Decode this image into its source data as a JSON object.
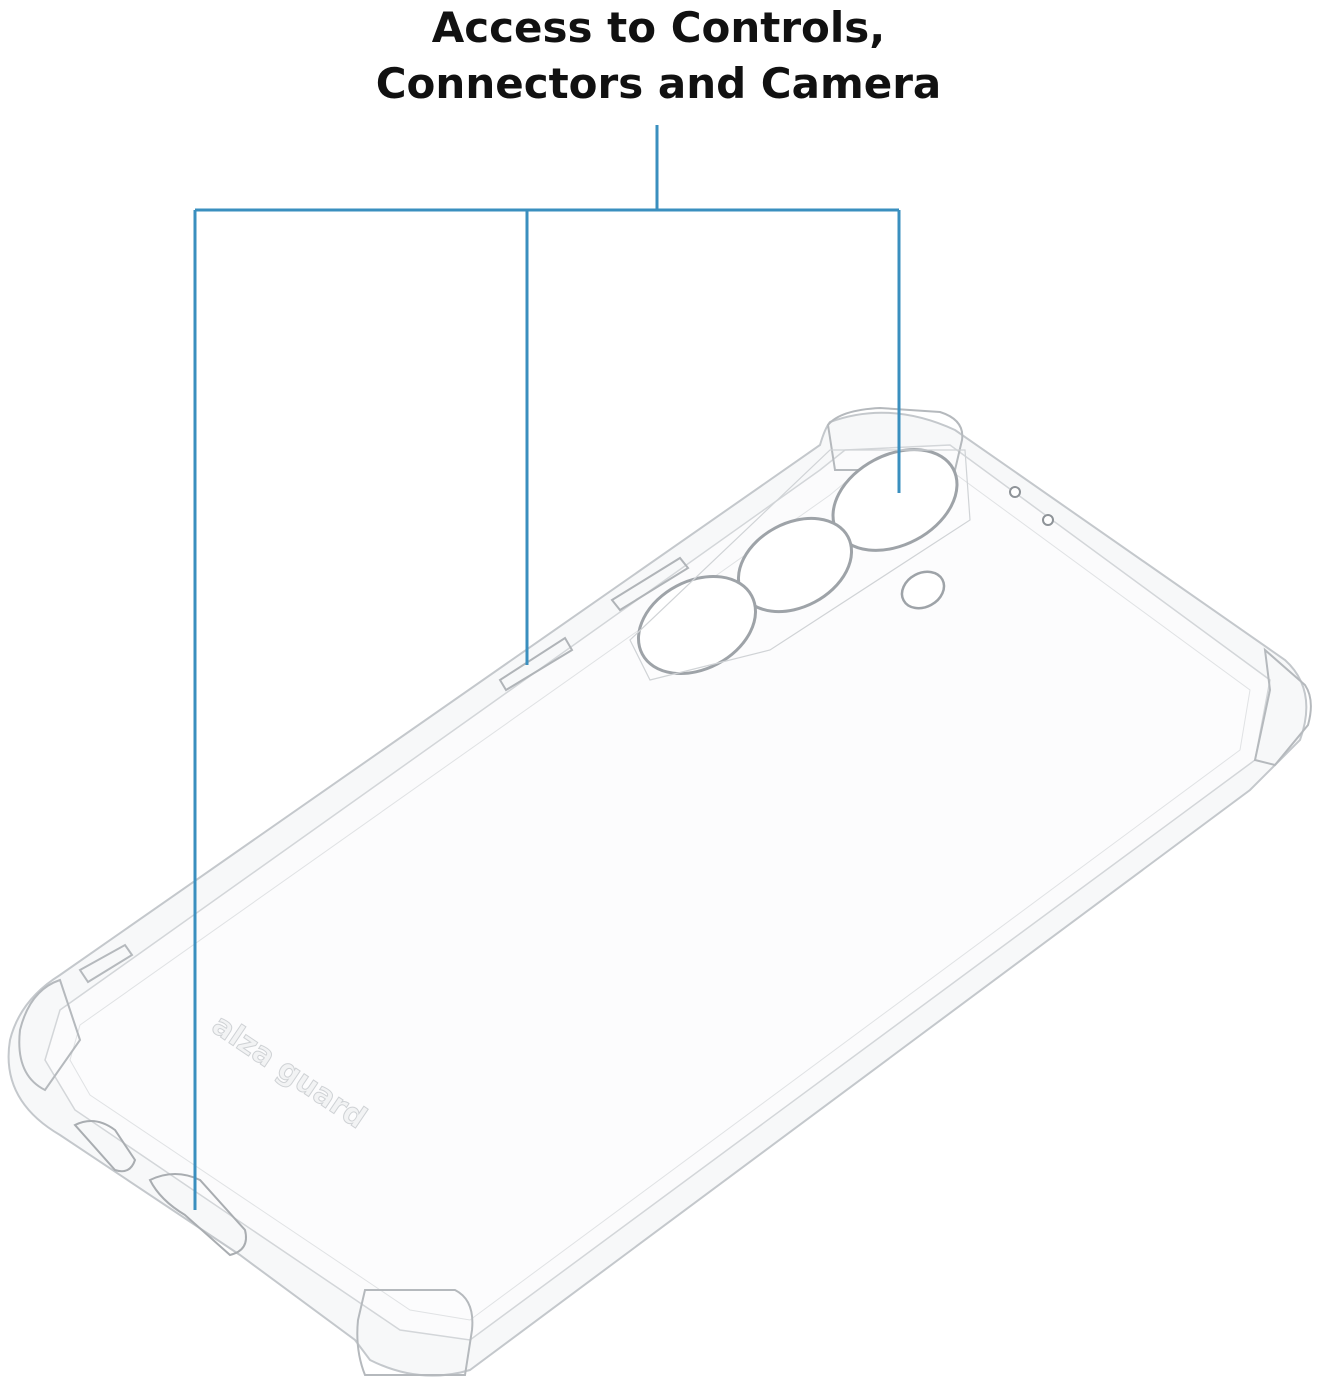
{
  "heading": {
    "line1": "Access to Controls,",
    "line2": "Connectors and Camera"
  },
  "logo": {
    "text": "alza guard"
  },
  "colors": {
    "callout_line": "#3a8fbf",
    "case_outline": "#c9cdd1",
    "case_shadow": "#a9adb1",
    "case_fill": "#f6f7f8"
  }
}
